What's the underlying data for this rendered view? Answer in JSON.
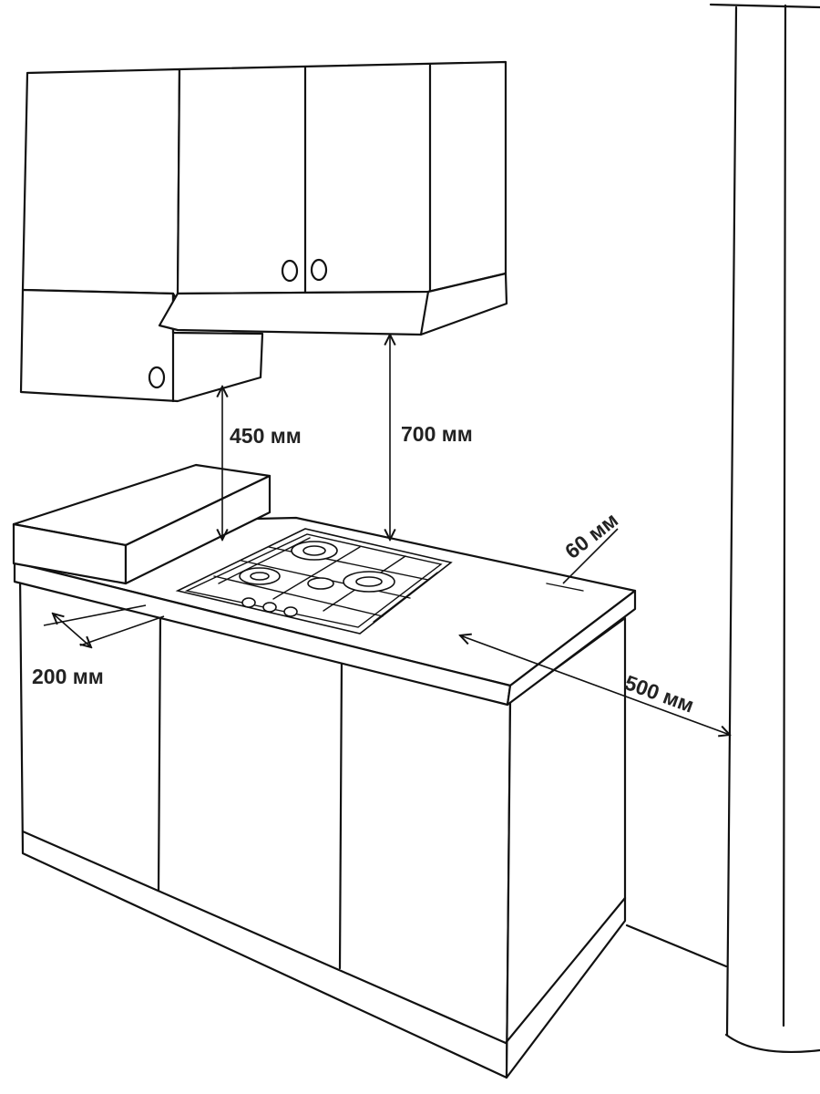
{
  "diagram": {
    "labels": {
      "hood_to_hob": "700 мм",
      "cabinet_to_hob": "450 мм",
      "hob_to_back": "60 мм",
      "hob_to_side": "200 мм",
      "hob_to_wall": "500 мм"
    }
  },
  "colors": {
    "line": "#111111",
    "background": "#ffffff",
    "text": "#222222"
  }
}
